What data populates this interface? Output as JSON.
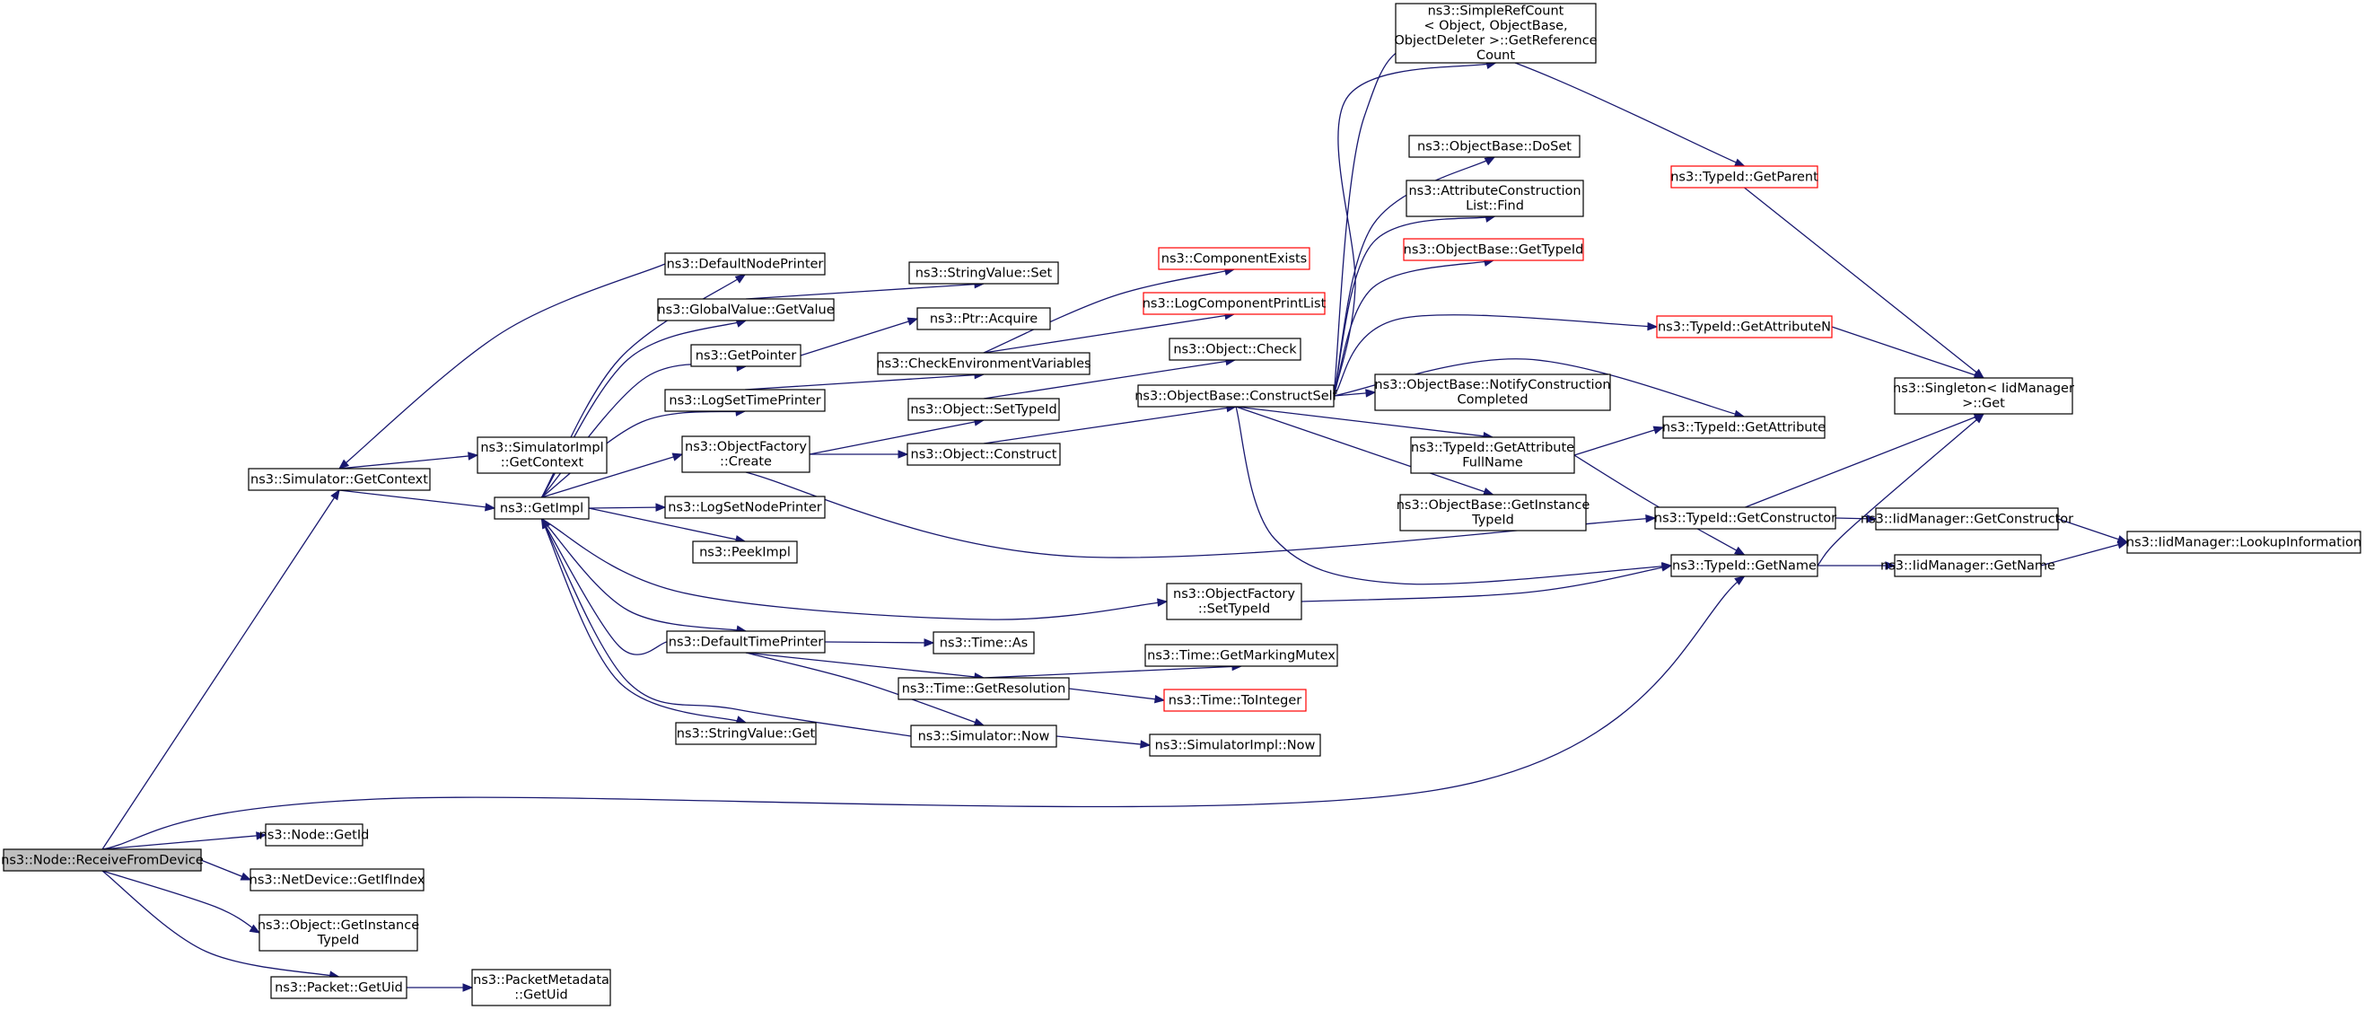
{
  "colors": {
    "edge": "#191970",
    "node_border": "#000000",
    "node_border_truncated": "#ff0000",
    "node_fill": "#ffffff",
    "root_fill": "#bfbfbf"
  },
  "nodes": [
    {
      "id": "n0",
      "lines": [
        "ns3::Node::ReceiveFromDevice"
      ],
      "kind": "root"
    },
    {
      "id": "n1",
      "lines": [
        "ns3::Simulator::GetContext"
      ]
    },
    {
      "id": "n2",
      "lines": [
        "ns3::Node::GetId"
      ]
    },
    {
      "id": "n3",
      "lines": [
        "ns3::NetDevice::GetIfIndex"
      ]
    },
    {
      "id": "n4",
      "lines": [
        "ns3::Object::GetInstance",
        "TypeId"
      ]
    },
    {
      "id": "n5",
      "lines": [
        "ns3::Packet::GetUid"
      ]
    },
    {
      "id": "n6",
      "lines": [
        "ns3::PacketMetadata",
        "::GetUid"
      ]
    },
    {
      "id": "n7",
      "lines": [
        "ns3::DefaultNodePrinter"
      ]
    },
    {
      "id": "n8",
      "lines": [
        "ns3::SimulatorImpl",
        "::GetContext"
      ]
    },
    {
      "id": "n9",
      "lines": [
        "ns3::GetImpl"
      ]
    },
    {
      "id": "n10",
      "lines": [
        "ns3::GlobalValue::GetValue"
      ]
    },
    {
      "id": "n11",
      "lines": [
        "ns3::GetPointer"
      ]
    },
    {
      "id": "n12",
      "lines": [
        "ns3::LogSetTimePrinter"
      ]
    },
    {
      "id": "n13",
      "lines": [
        "ns3::ObjectFactory",
        "::Create"
      ]
    },
    {
      "id": "n14",
      "lines": [
        "ns3::LogSetNodePrinter"
      ]
    },
    {
      "id": "n15",
      "lines": [
        "ns3::PeekImpl"
      ]
    },
    {
      "id": "n16",
      "lines": [
        "ns3::DefaultTimePrinter"
      ]
    },
    {
      "id": "n17",
      "lines": [
        "ns3::StringValue::Get"
      ]
    },
    {
      "id": "n18",
      "lines": [
        "ns3::StringValue::Set"
      ]
    },
    {
      "id": "n19",
      "lines": [
        "ns3::Ptr::Acquire"
      ]
    },
    {
      "id": "n20",
      "lines": [
        "ns3::CheckEnvironmentVariables"
      ]
    },
    {
      "id": "n21",
      "lines": [
        "ns3::Object::SetTypeId"
      ]
    },
    {
      "id": "n22",
      "lines": [
        "ns3::Object::Construct"
      ]
    },
    {
      "id": "n23",
      "lines": [
        "ns3::Time::As"
      ]
    },
    {
      "id": "n24",
      "lines": [
        "ns3::Time::GetResolution"
      ]
    },
    {
      "id": "n25",
      "lines": [
        "ns3::Simulator::Now"
      ]
    },
    {
      "id": "n26",
      "lines": [
        "ns3::ComponentExists"
      ],
      "kind": "truncated"
    },
    {
      "id": "n27",
      "lines": [
        "ns3::LogComponentPrintList"
      ],
      "kind": "truncated"
    },
    {
      "id": "n28",
      "lines": [
        "ns3::Object::Check"
      ]
    },
    {
      "id": "n29",
      "lines": [
        "ns3::ObjectBase::ConstructSelf"
      ]
    },
    {
      "id": "n30",
      "lines": [
        "ns3::ObjectFactory",
        "::SetTypeId"
      ]
    },
    {
      "id": "n31",
      "lines": [
        "ns3::Time::GetMarkingMutex"
      ]
    },
    {
      "id": "n32",
      "lines": [
        "ns3::Time::ToInteger"
      ],
      "kind": "truncated"
    },
    {
      "id": "n33",
      "lines": [
        "ns3::SimulatorImpl::Now"
      ]
    },
    {
      "id": "n34",
      "lines": [
        "ns3::SimpleRefCount",
        "< Object, ObjectBase,",
        " ObjectDeleter >::GetReference",
        "Count"
      ]
    },
    {
      "id": "n35",
      "lines": [
        "ns3::ObjectBase::DoSet"
      ]
    },
    {
      "id": "n36",
      "lines": [
        "ns3::AttributeConstruction",
        "List::Find"
      ]
    },
    {
      "id": "n37",
      "lines": [
        "ns3::ObjectBase::GetTypeId"
      ],
      "kind": "truncated"
    },
    {
      "id": "n38",
      "lines": [
        "ns3::ObjectBase::NotifyConstruction",
        "Completed"
      ]
    },
    {
      "id": "n39",
      "lines": [
        "ns3::TypeId::GetAttribute",
        "FullName"
      ]
    },
    {
      "id": "n40",
      "lines": [
        "ns3::ObjectBase::GetInstance",
        "TypeId"
      ]
    },
    {
      "id": "n41",
      "lines": [
        "ns3::TypeId::GetParent"
      ],
      "kind": "truncated"
    },
    {
      "id": "n42",
      "lines": [
        "ns3::TypeId::GetAttributeN"
      ],
      "kind": "truncated"
    },
    {
      "id": "n43",
      "lines": [
        "ns3::TypeId::GetAttribute"
      ]
    },
    {
      "id": "n44",
      "lines": [
        "ns3::TypeId::GetConstructor"
      ]
    },
    {
      "id": "n45",
      "lines": [
        "ns3::TypeId::GetName"
      ]
    },
    {
      "id": "n46",
      "lines": [
        "ns3::Singleton< IidManager",
        " >::Get"
      ]
    },
    {
      "id": "n47",
      "lines": [
        "ns3::IidManager::GetConstructor"
      ]
    },
    {
      "id": "n48",
      "lines": [
        "ns3::IidManager::GetName"
      ]
    },
    {
      "id": "n49",
      "lines": [
        "ns3::IidManager::LookupInformation"
      ]
    }
  ],
  "edges": [
    [
      "n0",
      "n1"
    ],
    [
      "n0",
      "n2"
    ],
    [
      "n0",
      "n3"
    ],
    [
      "n0",
      "n4"
    ],
    [
      "n0",
      "n5"
    ],
    [
      "n0",
      "n45"
    ],
    [
      "n5",
      "n6"
    ],
    [
      "n1",
      "n8"
    ],
    [
      "n1",
      "n9"
    ],
    [
      "n9",
      "n7"
    ],
    [
      "n9",
      "n10"
    ],
    [
      "n9",
      "n11"
    ],
    [
      "n9",
      "n12"
    ],
    [
      "n9",
      "n13"
    ],
    [
      "n9",
      "n14"
    ],
    [
      "n9",
      "n15"
    ],
    [
      "n9",
      "n16"
    ],
    [
      "n9",
      "n17"
    ],
    [
      "n9",
      "n30"
    ],
    [
      "n7",
      "n1"
    ],
    [
      "n16",
      "n9"
    ],
    [
      "n25",
      "n9"
    ],
    [
      "n10",
      "n18"
    ],
    [
      "n11",
      "n19"
    ],
    [
      "n12",
      "n20"
    ],
    [
      "n20",
      "n26"
    ],
    [
      "n20",
      "n27"
    ],
    [
      "n13",
      "n21"
    ],
    [
      "n13",
      "n22"
    ],
    [
      "n13",
      "n44"
    ],
    [
      "n21",
      "n28"
    ],
    [
      "n22",
      "n29"
    ],
    [
      "n16",
      "n23"
    ],
    [
      "n16",
      "n24"
    ],
    [
      "n16",
      "n25"
    ],
    [
      "n24",
      "n31"
    ],
    [
      "n24",
      "n32"
    ],
    [
      "n25",
      "n33"
    ],
    [
      "n29",
      "n34"
    ],
    [
      "n29",
      "n35"
    ],
    [
      "n29",
      "n36"
    ],
    [
      "n29",
      "n37"
    ],
    [
      "n29",
      "n38"
    ],
    [
      "n29",
      "n39"
    ],
    [
      "n29",
      "n40"
    ],
    [
      "n29",
      "n41"
    ],
    [
      "n29",
      "n42"
    ],
    [
      "n29",
      "n43"
    ],
    [
      "n29",
      "n45"
    ],
    [
      "n30",
      "n45"
    ],
    [
      "n39",
      "n43"
    ],
    [
      "n39",
      "n45"
    ],
    [
      "n41",
      "n46"
    ],
    [
      "n42",
      "n46"
    ],
    [
      "n44",
      "n46"
    ],
    [
      "n45",
      "n46"
    ],
    [
      "n44",
      "n47"
    ],
    [
      "n45",
      "n48"
    ],
    [
      "n47",
      "n49"
    ],
    [
      "n48",
      "n49"
    ]
  ]
}
